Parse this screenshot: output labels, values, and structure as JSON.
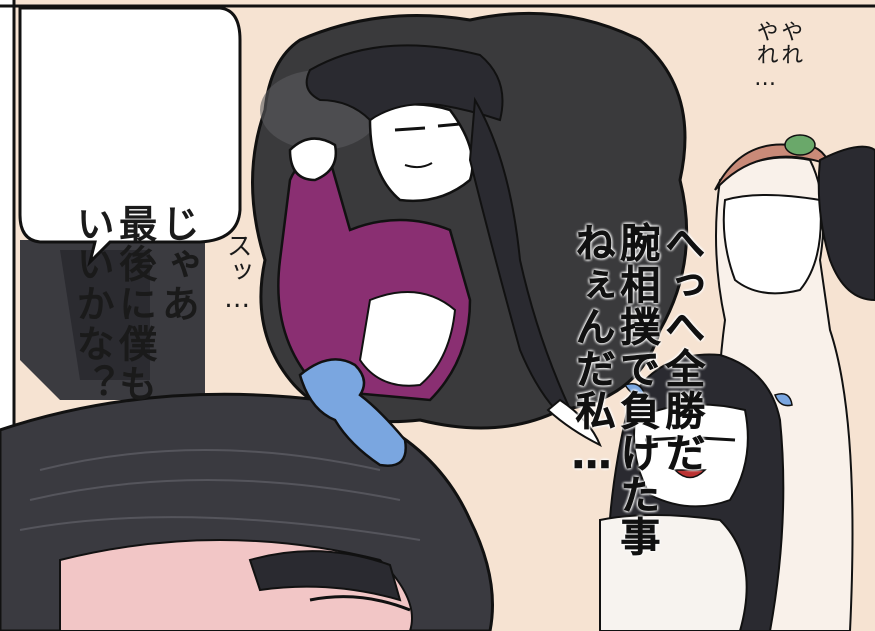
{
  "speech_bubble": {
    "lines": [
      "じゃあ",
      "最後に僕も",
      "いいかな？"
    ]
  },
  "thought_bubble": {
    "lines": [
      "へっへ全勝だ",
      "腕相撲で負けた事",
      "ねぇんだ私…"
    ]
  },
  "sfx": {
    "yareyare": "やれ\nやれ…",
    "sutsu": "スッ…"
  },
  "colors": {
    "background": "#f6e3d2",
    "jacket": "#8a2f72",
    "hair": "#2a2a30",
    "ribbon": "#7aa6e0",
    "thought_cloud": "#3a3a3c"
  }
}
